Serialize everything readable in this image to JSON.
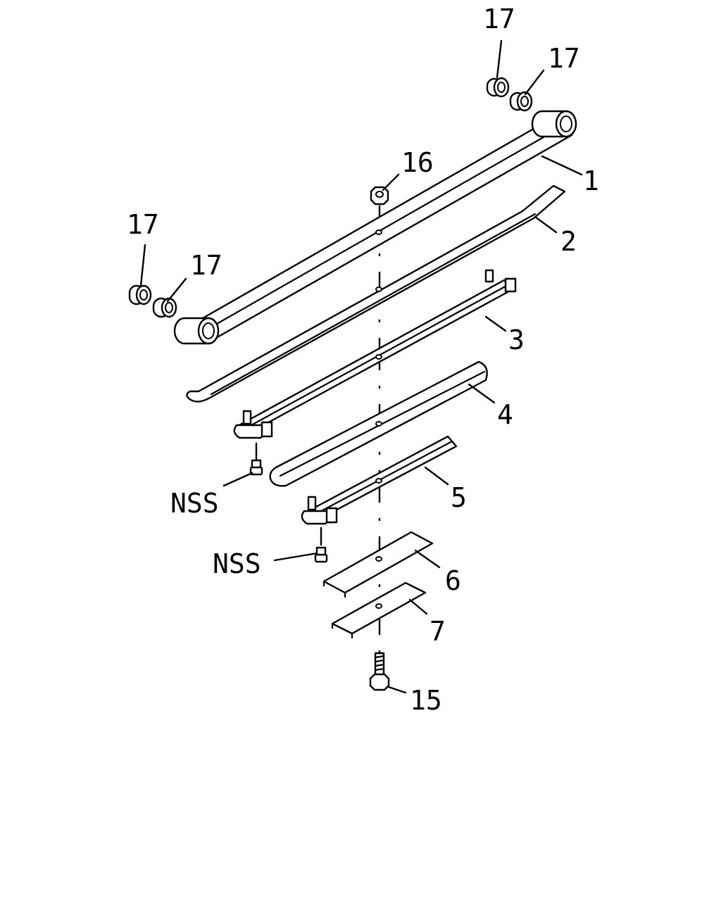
{
  "colors": {
    "line": "#000000",
    "background": "#ffffff"
  },
  "callouts": {
    "c1": "1",
    "c2": "2",
    "c3": "3",
    "c4": "4",
    "c5": "5",
    "c6": "6",
    "c7": "7",
    "c15": "15",
    "c16": "16",
    "c17a": "17",
    "c17b": "17",
    "c17c": "17",
    "c17d": "17",
    "nss1": "NSS",
    "nss2": "NSS"
  }
}
